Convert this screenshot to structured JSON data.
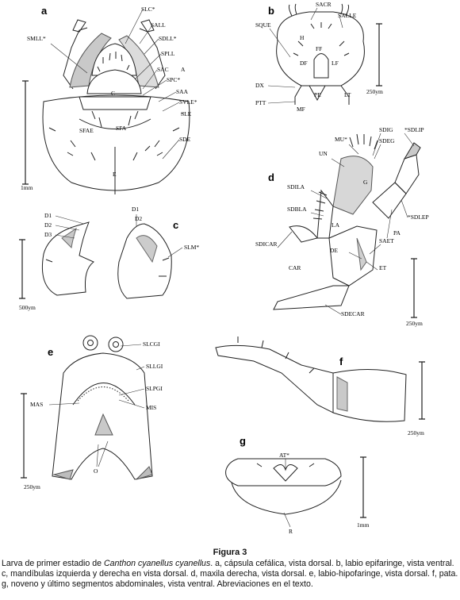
{
  "panels": {
    "a": {
      "letter": "a",
      "labels": [
        "SLC*",
        "SALL",
        "SDLL*",
        "SMLL*",
        "SPLL",
        "SAC",
        "A",
        "SPC*",
        "SAA",
        "SVLE*",
        "SLE",
        "SFAE",
        "SFA",
        "SDE",
        "C",
        "E"
      ],
      "scale": "1mm"
    },
    "b": {
      "letter": "b",
      "labels": [
        "SACR",
        "SALLE",
        "SQUE",
        "H",
        "FF",
        "DF",
        "LF",
        "DX",
        "PTT",
        "MF",
        "PE",
        "LT"
      ],
      "scale": "250ym"
    },
    "c": {
      "letter": "c",
      "labels": [
        "D1",
        "D2",
        "D3",
        "D1",
        "D2",
        "SLM*"
      ],
      "scale": "500ym"
    },
    "d": {
      "letter": "d",
      "labels": [
        "MU*",
        "SDIG",
        "*SDLIP",
        "SDEG",
        "UN",
        "G",
        "SDILA",
        "SDBLA",
        "LA",
        "PA",
        "*SDLEP",
        "SAET",
        "SDICAR",
        "CAR",
        "DE",
        "ET",
        "SDECAR"
      ],
      "scale": "250ym"
    },
    "e": {
      "letter": "e",
      "labels": [
        "SLCGI",
        "SLLGI",
        "SLPGI",
        "MAS",
        "MIS",
        "O"
      ],
      "scale": "250ym"
    },
    "f": {
      "letter": "f",
      "scale": "250ym"
    },
    "g": {
      "letter": "g",
      "labels": [
        "AT*",
        "R"
      ],
      "scale": "1mm"
    }
  },
  "caption": {
    "title": "Figura 3",
    "prefix": "Larva de primer estadio de ",
    "species": "Canthon cyanellus cyanellus",
    "body": ". a, cápsula cefálica, vista dorsal. b, labio epifaringe, vista ventral. c, mandíbulas izquierda y derecha en vista dorsal. d, maxila derecha, vista dorsal. e, labio-hipofaringe, vista dorsal. f, pata. g, noveno y último segmentos abdominales, vista ventral. Abreviaciones en el texto."
  },
  "colors": {
    "shading": "#c9c9c9",
    "ink": "#222222"
  }
}
